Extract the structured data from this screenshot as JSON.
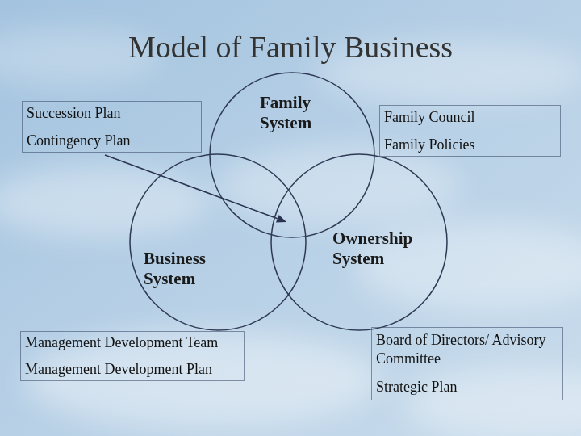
{
  "diagram": {
    "title": "Model of Family Business",
    "nodes": [
      {
        "text": [
          "Succession Plan",
          "Contingency Plan"
        ]
      },
      {
        "text": [
          "Family System"
        ]
      },
      {
        "text": [
          "Family Council",
          "Family Policies"
        ]
      },
      {
        "text": [
          "Business System"
        ]
      },
      {
        "text": [
          "Ownership System"
        ]
      },
      {
        "text": [
          "Management Development Team",
          "Management Development Plan"
        ]
      },
      {
        "text": [
          "Board of Directors/ Advisory Committee",
          "Strategic Plan"
        ]
      }
    ]
  }
}
